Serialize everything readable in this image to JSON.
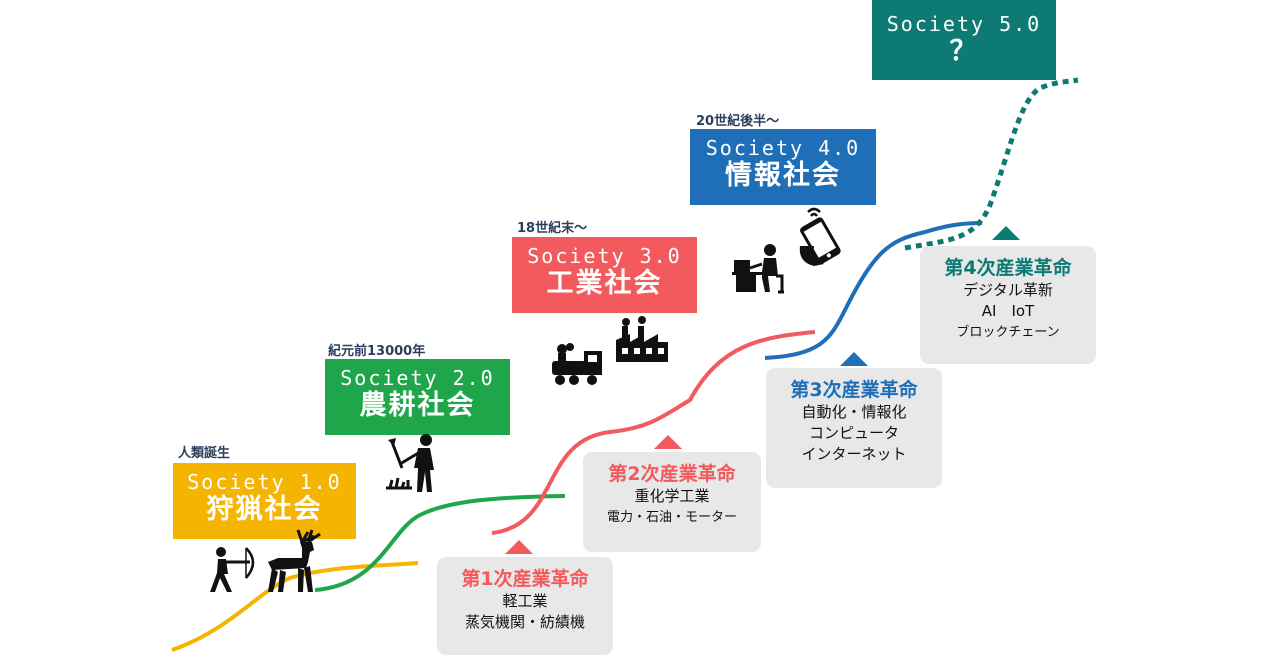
{
  "colors": {
    "hunting": "#f5b400",
    "agrarian": "#1fa64a",
    "industrial": "#f25a5e",
    "information": "#1f6fb8",
    "future": "#0e7a74",
    "red_text": "#f25a5e",
    "blue_text": "#1f6fb8",
    "teal_text": "#0e7a74"
  },
  "societies": [
    {
      "era": "人類誕生",
      "name": "Society 1.0",
      "jp": "狩猟社会"
    },
    {
      "era": "紀元前13000年",
      "name": "Society 2.0",
      "jp": "農耕社会"
    },
    {
      "era": "18世紀末～",
      "name": "Society 3.0",
      "jp": "工業社会"
    },
    {
      "era": "20世紀後半～",
      "name": "Society 4.0",
      "jp": "情報社会"
    },
    {
      "era": "",
      "name": "Society 5.0",
      "jp": "？"
    }
  ],
  "revolutions": [
    {
      "title": "第1次産業革命",
      "lines": [
        "軽工業",
        "蒸気機関・紡績機"
      ]
    },
    {
      "title": "第2次産業革命",
      "lines": [
        "重化学工業",
        "電力・石油・モーター"
      ]
    },
    {
      "title": "第3次産業革命",
      "lines": [
        "自動化・情報化",
        "コンピュータ",
        "インターネット"
      ]
    },
    {
      "title": "第4次産業革命",
      "lines": [
        "デジタル革新",
        "AI　IoT",
        "ブロックチェーン"
      ]
    }
  ],
  "icons": [
    "archer-icon",
    "deer-icon",
    "farmer-icon",
    "steam-train-icon",
    "factory-icon",
    "computer-worker-icon",
    "smartphone-icon"
  ]
}
